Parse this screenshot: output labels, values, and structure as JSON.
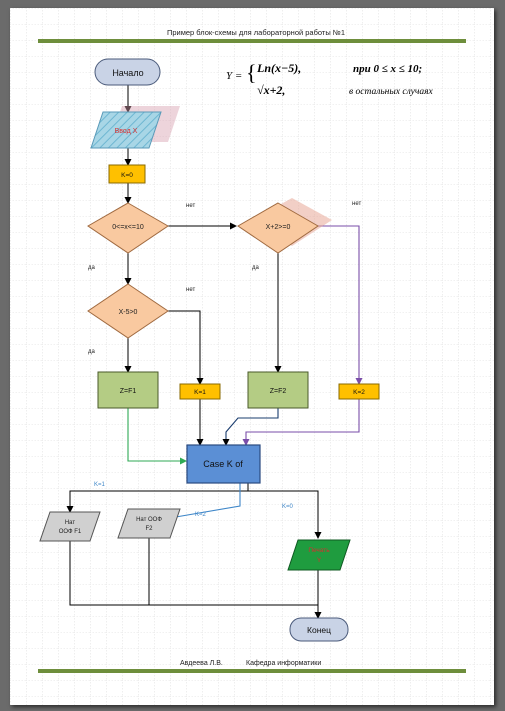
{
  "header": {
    "title": "Пример блок-схемы для лабораторной работы №1"
  },
  "footer": {
    "author": "Авдеева Л.В.",
    "department": "Кафедра информатики"
  },
  "formula": {
    "lhs": "Y =",
    "case1_expr": "Ln(x−5),",
    "case1_cond": "при 0 ≤ x ≤ 10;",
    "case2_expr": "√x+2,",
    "case2_cond": "в остальных случаях"
  },
  "nodes": {
    "start": "Начало",
    "input": "Ввод X",
    "assign_k0": "K=0",
    "cond1": "0<=x<=10",
    "cond2": "X+2>=0",
    "cond3": "X-5>0",
    "z_f1": "Z=F1",
    "k1": "K=1",
    "z_f2": "Z=F2",
    "k2": "K=2",
    "case": "Case K of",
    "out_f1_line1": "Нат",
    "out_f1_line2": "ООФ F1",
    "out_f2_line1": "Нат ООФ",
    "out_f2_line2": "F2",
    "print_line1": "Печать",
    "print_line2": "Y",
    "end": "Конец"
  },
  "labels": {
    "no1": "нет",
    "no2": "нет",
    "no3": "нет",
    "yes1": "да",
    "yes2": "да",
    "yes3": "да",
    "case_k1": "K=1",
    "case_k2": "K=2",
    "case_k0": "K=0"
  },
  "colors": {
    "start_fill": "#c9d3e6",
    "input_fill": "#a8d6e6",
    "k_fill": "#ffc000",
    "diamond_fill": "#f9c9a0",
    "z_fill": "#b4cc84",
    "case_fill": "#5b8fd5",
    "out_fill": "#d0d0d0",
    "print_fill": "#1f9c3f",
    "print_text": "#d63030",
    "input_text": "#d63030",
    "green_line": "#2faa55",
    "purple_line": "#7a4ea8",
    "blue_line": "#3e86c8",
    "divider": "#6e8e3c",
    "grid": "#bfbfbf"
  }
}
